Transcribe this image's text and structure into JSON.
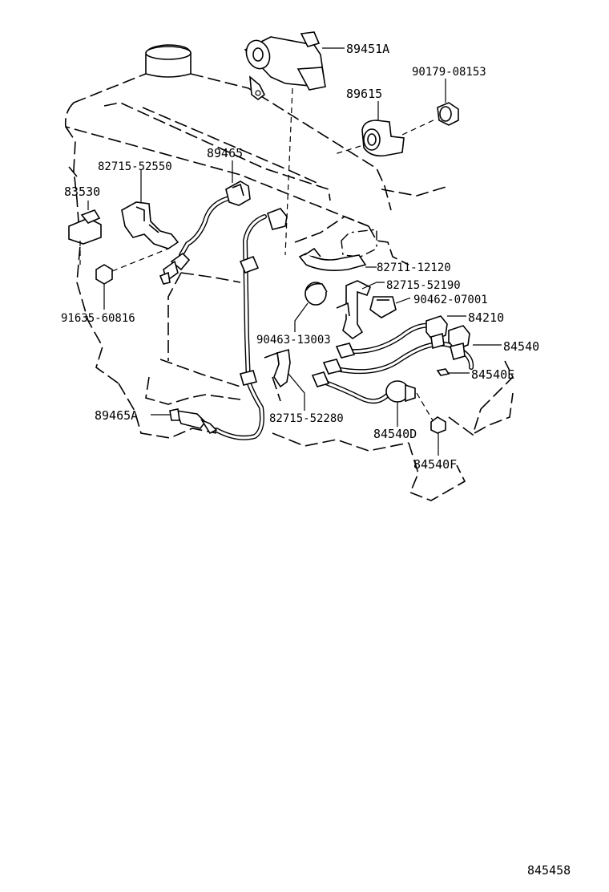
{
  "labels": {
    "p89451A": "89451A",
    "p90179_08153": "90179-08153",
    "p89615": "89615",
    "p89465": "89465",
    "p82715_52550": "82715-52550",
    "p83530": "83530",
    "p82711_12120": "82711-12120",
    "p82715_52190": "82715-52190",
    "p90462_07001": "90462-07001",
    "p84210": "84210",
    "p84540": "84540",
    "p84540E": "84540E",
    "p91635_60816": "91635-60816",
    "p90463_13003": "90463-13003",
    "p89465A": "89465A",
    "p82715_52280": "82715-52280",
    "p84540D": "84540D",
    "p84540F": "84540F"
  },
  "diagram_code": "845458"
}
